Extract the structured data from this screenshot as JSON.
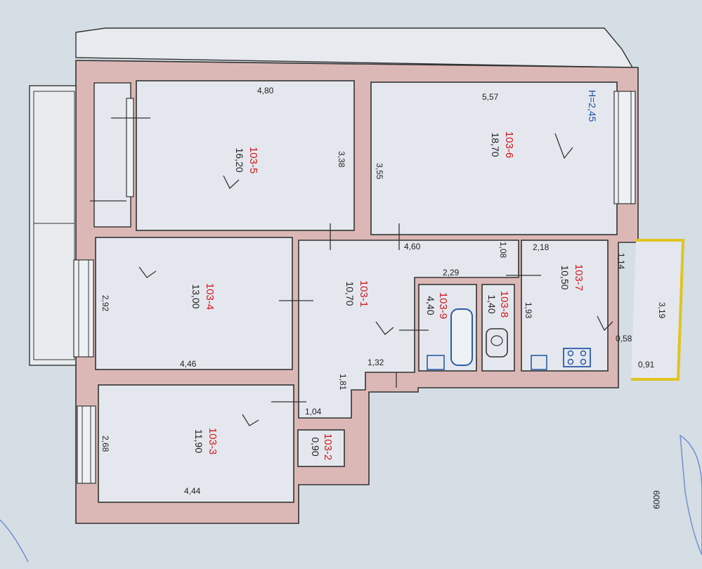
{
  "rooms": [
    {
      "key": "r5",
      "id": "103-5",
      "area": "16,20"
    },
    {
      "key": "r6",
      "id": "103-6",
      "area": "18,70"
    },
    {
      "key": "r4",
      "id": "103-4",
      "area": "13,00"
    },
    {
      "key": "r1",
      "id": "103-1",
      "area": "10,70"
    },
    {
      "key": "r9",
      "id": "103-9",
      "area": "4,40"
    },
    {
      "key": "r8",
      "id": "103-8",
      "area": "1,40"
    },
    {
      "key": "r7",
      "id": "103-7",
      "area": "10,50"
    },
    {
      "key": "r3",
      "id": "103-3",
      "area": "11,90"
    },
    {
      "key": "r2",
      "id": "103-2",
      "area": "0,90"
    }
  ],
  "dims": {
    "d480": "4,80",
    "d557": "5,57",
    "d338": "3,38",
    "d355": "3,55",
    "d460": "4,60",
    "d218": "2,18",
    "d108": "1,08",
    "d114": "1,14",
    "d292": "2,92",
    "d446": "4,46",
    "d229": "2,29",
    "d193": "1,93",
    "d319": "3,19",
    "d058": "0,58",
    "d091": "0,91",
    "d132": "1,32",
    "d181": "1,81",
    "d104": "1,04",
    "d268": "2,68",
    "d444": "4,44",
    "d6009": "6009"
  },
  "height_note": "H=2,45"
}
